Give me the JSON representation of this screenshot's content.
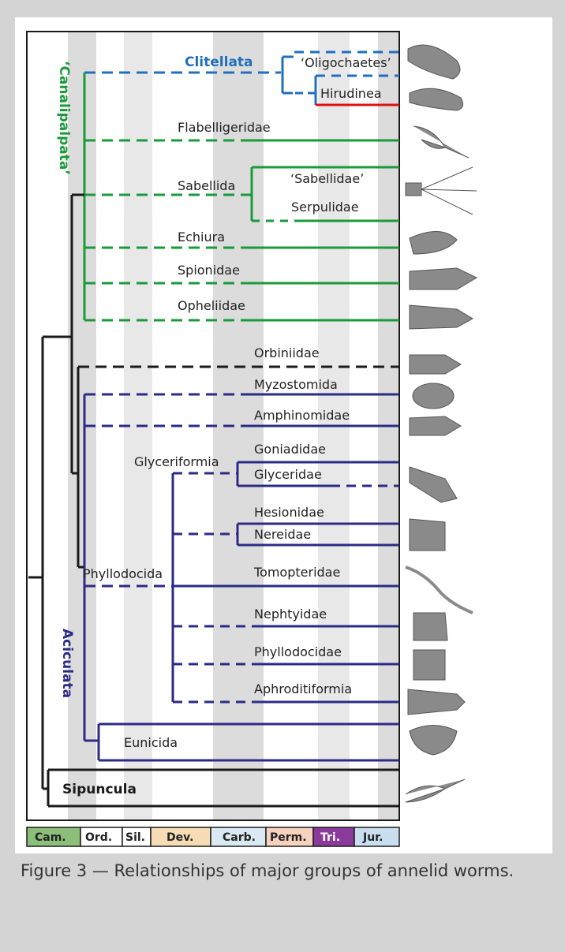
{
  "groups": {
    "canalipalpata": "‘Canalipalpata’",
    "clitellata": "Clitellata",
    "aciculata": "Aciculata",
    "glyceriformia": "Glyceriformia",
    "phyllodocida": "Phyllodocida",
    "sabellida": "Sabellida"
  },
  "taxa": {
    "oligochaetes": "‘Oligochaetes’",
    "hirudinea": "Hirudinea",
    "flabelligeridae": "Flabelligeridae",
    "sabellidae": "‘Sabellidae’",
    "serpulidae": "Serpulidae",
    "echiura": "Echiura",
    "spionidae": "Spionidae",
    "opheliidae": "Opheliidae",
    "orbiniidae": "Orbiniidae",
    "myzostomida": "Myzostomida",
    "amphinomidae": "Amphinomidae",
    "goniadidae": "Goniadidae",
    "glyceridae": "Glyceridae",
    "hesionidae": "Hesionidae",
    "nereidae": "Nereidae",
    "tomopteridae": "Tomopteridae",
    "nephtyidae": "Nephtyidae",
    "phyllodocidae": "Phyllodocidae",
    "aphroditiformia": "Aphroditiformia",
    "eunicida": "Eunicida",
    "sipuncula": "Sipuncula"
  },
  "periods": [
    "Cam.",
    "Ord.",
    "Sil.",
    "Dev.",
    "Carb.",
    "Perm.",
    "Tri.",
    "Jur."
  ],
  "colors": {
    "canalipalpata": "#1a9a3a",
    "clitellata": "#1f6fbf",
    "aciculata": "#2b2b86",
    "hirudinea": "#e01010",
    "basal": "#1a1a1a",
    "period_cam": "#8cc07a",
    "period_dev": "#f6dcb4",
    "period_carb": "#d9eaf2",
    "period_perm": "#f7d2be",
    "period_tri": "#8a3a9a",
    "period_jur": "#c9dff0"
  },
  "caption": "Figure 3 — Relationships of major groups of annelid worms."
}
